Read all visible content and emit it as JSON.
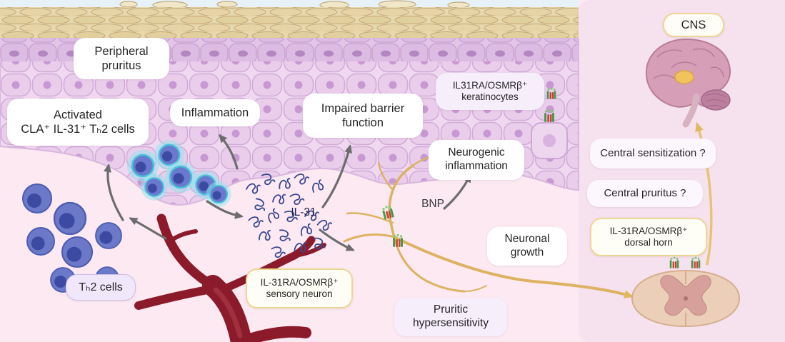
{
  "figure": {
    "left_panel": {
      "peripheral_pruritus": "Peripheral\npruritus",
      "activated_th2": "Activated\nCLA⁺ IL-31⁺ Tₕ2 cells",
      "inflammation": "Inflammation",
      "impaired_barrier": "Impaired barrier\nfunction",
      "keratinocytes": "IL31RA/OSMRβ⁺\nkeratinocytes",
      "neurogenic_inflammation": "Neurogenic\ninflammation",
      "il31": "IL-31",
      "bnp": "BNP",
      "neuronal_growth": "Neuronal\ngrowth",
      "th2_cells": "Tₕ2 cells",
      "sensory_neuron": "IL-31RA/OSMRβ⁺\nsensory neuron",
      "pruritic_hypersensitivity": "Pruritic\nhypersensitivity"
    },
    "cns_panel": {
      "cns": "CNS",
      "central_sensitization": "Central sensitization ?",
      "central_pruritus": "Central pruritus ?",
      "dorsal_horn": "IL-31RA/OSMRβ⁺\ndorsal horn"
    },
    "colors": {
      "left_background": "#fce9f2",
      "right_background": "#f6e1ef",
      "epidermis": "#e9cdeb",
      "stratum_corneum": "#e9dab2",
      "th2_cell_blue": "#6b79c8",
      "activated_glow": "#8fe3ee",
      "vessel_red": "#8b1b2b",
      "neuron_gold": "#ddb262",
      "arrow_gray": "#6d6d6d",
      "accent_yellow_border": "#eed792",
      "lavender_box": "#f6eefb"
    }
  }
}
